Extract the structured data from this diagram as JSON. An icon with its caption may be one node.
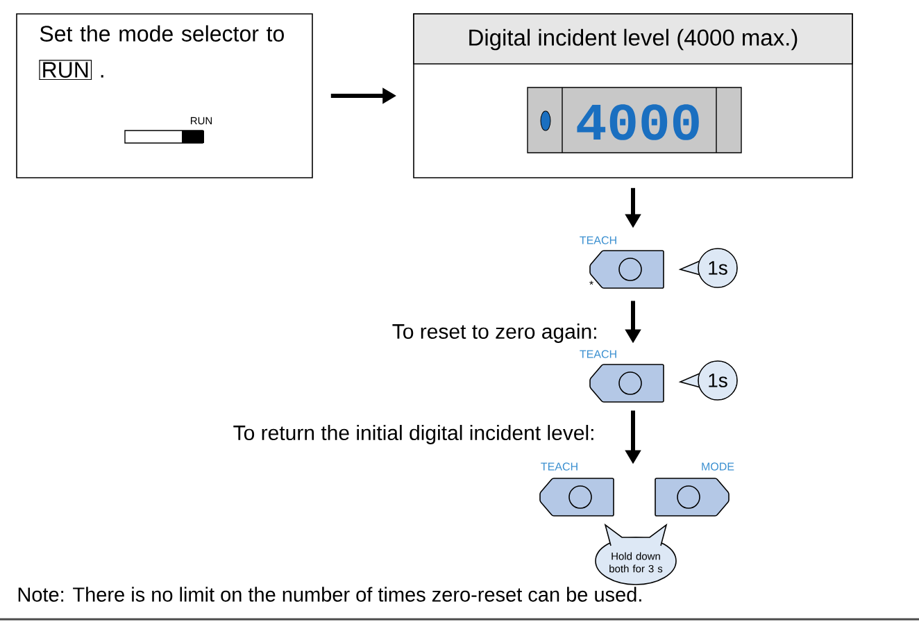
{
  "diagram": {
    "nodes": [
      {
        "text": [
          "Set the mode selector to",
          "RUN",
          ".",
          "RUN"
        ]
      },
      {
        "text": [
          "Digital incident level (4000 max.)",
          "4000"
        ]
      },
      {
        "text": [],
        "shape": "button",
        "beside": [
          "TEACH",
          "*"
        ]
      },
      {
        "text": [
          "1s"
        ]
      },
      {
        "text": [],
        "shape": "button",
        "beside": [
          "TEACH"
        ]
      },
      {
        "text": [
          "1s"
        ]
      },
      {
        "text": [],
        "shape": "button",
        "beside": [
          "TEACH"
        ]
      },
      {
        "text": [],
        "shape": "button",
        "beside": [
          "MODE"
        ]
      },
      {
        "text": [
          "Hold down both for 3 s"
        ]
      }
    ],
    "edges": [
      {
        "from": 0,
        "to": 1,
        "arrow": "to"
      },
      {
        "from": 1,
        "to": 2,
        "arrow": "to"
      },
      {
        "from": 2,
        "to": 4,
        "arrow": "to",
        "label": "To reset to zero again:"
      },
      {
        "from": 4,
        "to": 6,
        "arrow": "to",
        "label": "To return the initial digital incident level:"
      }
    ],
    "labels": [
      "Note: There is no limit on the number of times zero-reset can be used."
    ]
  }
}
